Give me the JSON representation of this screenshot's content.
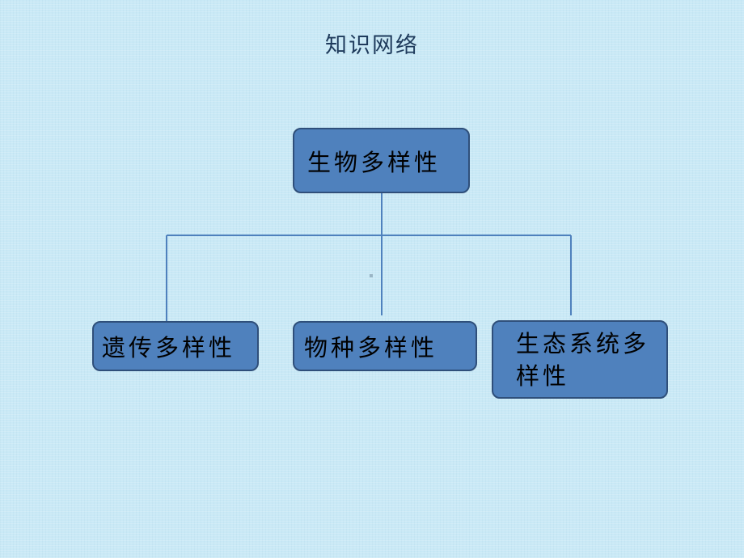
{
  "title": "知识网络",
  "diagram": {
    "root": {
      "label": "生物多样性"
    },
    "children": [
      {
        "label": "遗传多样性"
      },
      {
        "label": "物种多样性"
      },
      {
        "label": "生态系统多样性"
      }
    ]
  },
  "colors": {
    "background": "#c9e9f6",
    "node_fill": "#4f81bd",
    "node_border": "#2f4f7a",
    "connector": "#4f81bd",
    "title_text": "#1f3b5c"
  }
}
